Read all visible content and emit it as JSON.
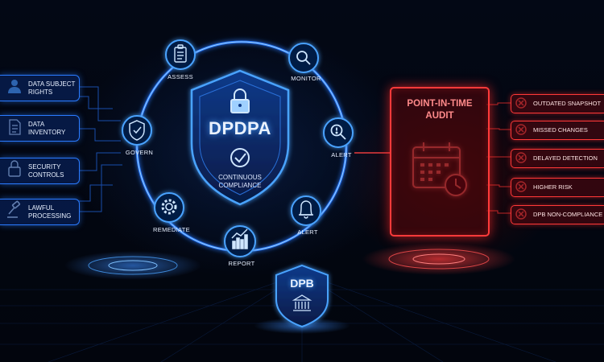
{
  "colors": {
    "blue": "#2a7bff",
    "red": "#ff3838",
    "background": "#02060f"
  },
  "center": {
    "title": "DPDPA",
    "subtitle": "CONTINUOUS COMPLIANCE",
    "icons": [
      "lock-icon",
      "check-circle-icon"
    ]
  },
  "cycle": [
    {
      "label": "ASSESS",
      "icon": "clipboard-icon"
    },
    {
      "label": "MONITOR",
      "icon": "magnifier-icon"
    },
    {
      "label": "ALERT",
      "icon": "magnifier-alert-icon"
    },
    {
      "label": "ALERT",
      "icon": "bell-icon"
    },
    {
      "label": "REPORT",
      "icon": "chart-icon"
    },
    {
      "label": "REMEDIATE",
      "icon": "gear-icon"
    },
    {
      "label": "GOVERN",
      "icon": "shield-check-icon"
    }
  ],
  "left_items": [
    {
      "label": "DATA SUBJECT RIGHTS",
      "icon": "user-icon"
    },
    {
      "label": "DATA INVENTORY",
      "icon": "document-icon"
    },
    {
      "label": "SECURITY CONTROLS",
      "icon": "padlock-icon"
    },
    {
      "label": "LAWFUL PROCESSING",
      "icon": "gavel-icon"
    }
  ],
  "audit": {
    "title": "POINT-IN-TIME AUDIT",
    "icon": "calendar-clock-icon"
  },
  "risks": [
    {
      "label": "OUTDATED SNAPSHOT"
    },
    {
      "label": "MISSED CHANGES"
    },
    {
      "label": "DELAYED DETECTION"
    },
    {
      "label": "HIGHER RISK"
    },
    {
      "label": "DPB NON-COMPLIANCE"
    }
  ],
  "dpb": {
    "title": "DPB",
    "icon": "institution-icon"
  }
}
